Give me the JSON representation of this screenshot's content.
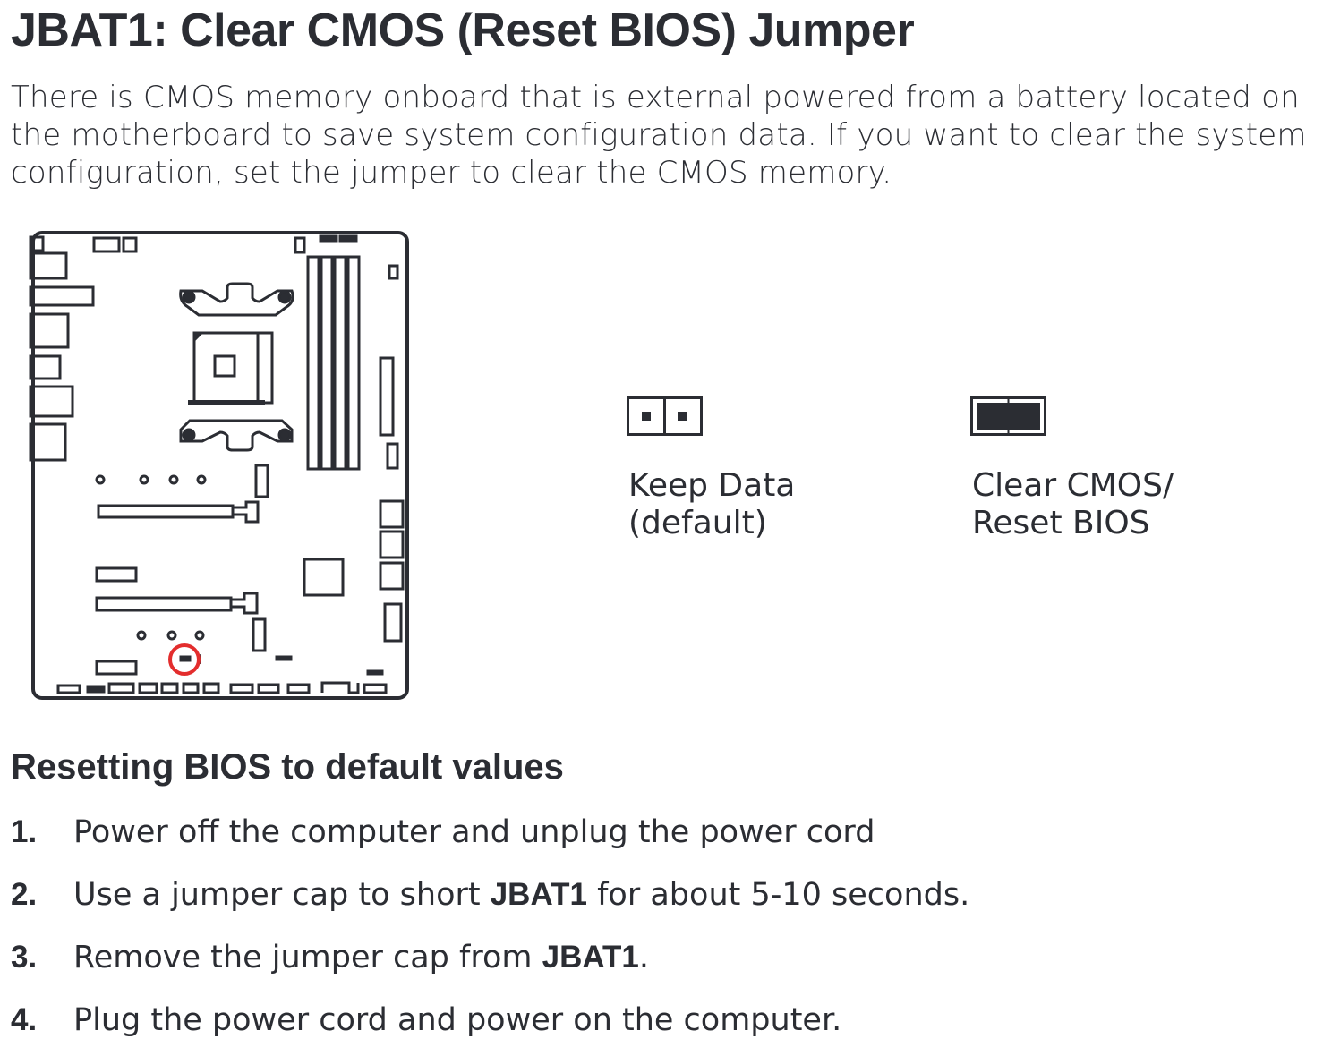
{
  "title": "JBAT1: Clear CMOS (Reset BIOS) Jumper",
  "intro": {
    "lines": [
      "There is CMOS memory onboard that is external powered from a battery located on",
      "the motherboard to save system configuration data. If you want to clear the system",
      "configuration, set the jumper to clear the CMOS memory."
    ]
  },
  "diagram": {
    "highlight_color": "#e32d2d",
    "line_color": "#2b2d33",
    "highlighted_component": "JBAT1"
  },
  "jumpers": [
    {
      "state": "open",
      "label_lines": [
        "Keep Data",
        "(default)"
      ]
    },
    {
      "state": "shorted",
      "label_lines": [
        "Clear CMOS/",
        "Reset BIOS"
      ]
    }
  ],
  "section": {
    "heading": "Resetting BIOS to default values",
    "steps": [
      {
        "num": "1.",
        "pre": "Power off the computer and unplug the power cord",
        "bold": "",
        "post": ""
      },
      {
        "num": "2.",
        "pre": "Use a jumper cap to short ",
        "bold": "JBAT1",
        "post": " for about 5-10 seconds."
      },
      {
        "num": "3.",
        "pre": "Remove the jumper cap from ",
        "bold": "JBAT1",
        "post": "."
      },
      {
        "num": "4.",
        "pre": "Plug the power cord and power on the computer.",
        "bold": "",
        "post": ""
      }
    ]
  }
}
